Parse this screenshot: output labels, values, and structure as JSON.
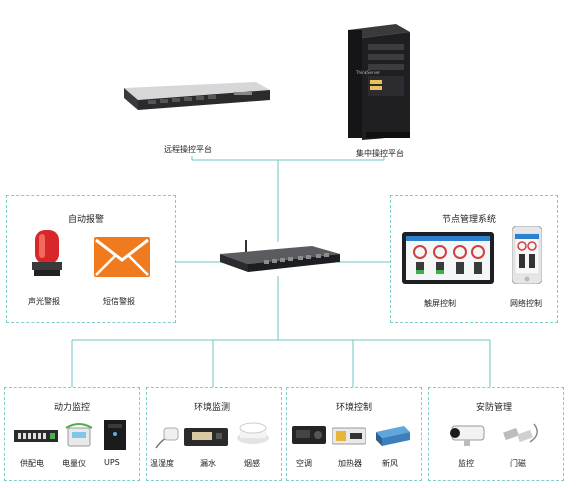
{
  "top": {
    "remote_label": "远程操控平台",
    "central_label": "集中操控平台",
    "server_brand": "ThinkServer"
  },
  "left_group": {
    "title": "自动报警",
    "items": [
      {
        "label": "声光警报",
        "icon": "alarm-beacon-icon"
      },
      {
        "label": "短信警报",
        "icon": "envelope-icon"
      }
    ]
  },
  "right_group": {
    "title": "节点管理系统",
    "items": [
      {
        "label": "触屏控制",
        "icon": "touchscreen-monitor-icon"
      },
      {
        "label": "网络控制",
        "icon": "smartphone-icon"
      }
    ]
  },
  "bottom_groups": [
    {
      "title": "动力监控",
      "items": [
        {
          "label": "供配电",
          "icon": "power-distribution-icon"
        },
        {
          "label": "电量仪",
          "icon": "power-meter-icon"
        },
        {
          "label": "UPS",
          "icon": "ups-icon"
        }
      ]
    },
    {
      "title": "环境监测",
      "items": [
        {
          "label": "温湿度",
          "icon": "temperature-humidity-sensor-icon"
        },
        {
          "label": "漏水",
          "icon": "water-leak-detector-icon"
        },
        {
          "label": "烟感",
          "icon": "smoke-detector-icon"
        }
      ]
    },
    {
      "title": "环境控制",
      "items": [
        {
          "label": "空调",
          "icon": "air-conditioner-icon"
        },
        {
          "label": "加热器",
          "icon": "heater-icon"
        },
        {
          "label": "新风",
          "icon": "fresh-air-unit-icon"
        }
      ]
    },
    {
      "title": "安防管理",
      "items": [
        {
          "label": "监控",
          "icon": "security-camera-icon"
        },
        {
          "label": "门磁",
          "icon": "door-magnet-icon"
        }
      ]
    }
  ],
  "colors": {
    "line": "#6cc7c0",
    "dash": "#7fcfc8",
    "alarm_red": "#d8262b",
    "envelope_orange": "#f07a1e"
  }
}
